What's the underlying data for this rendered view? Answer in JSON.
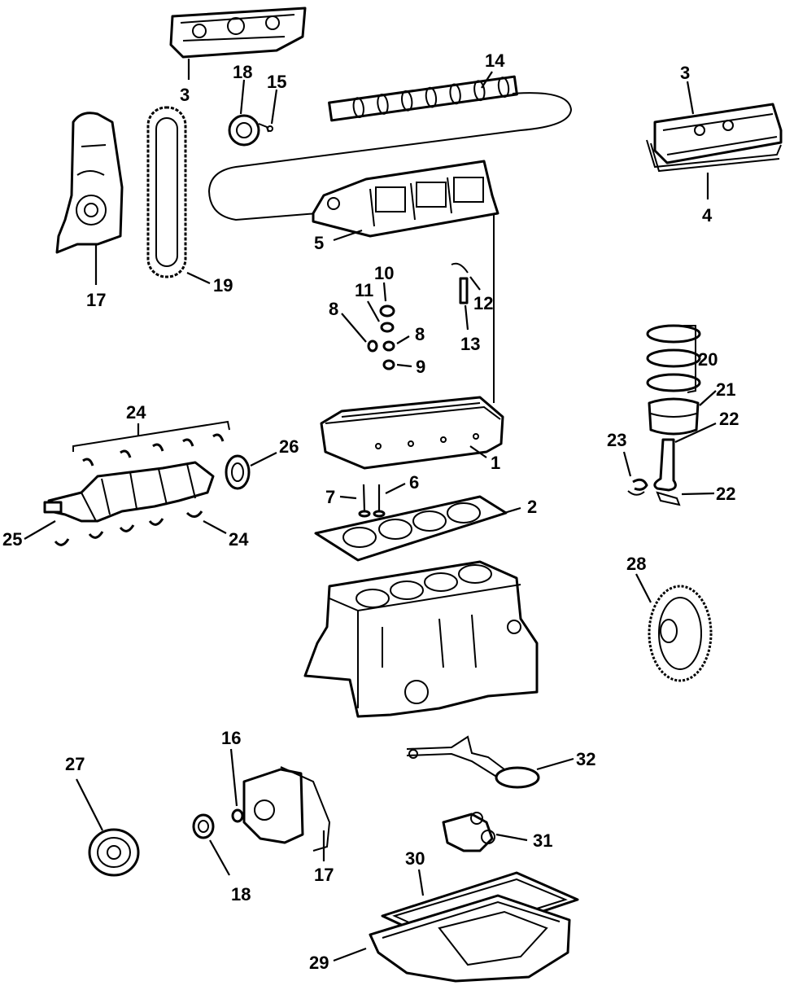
{
  "callouts": {
    "c1": "1",
    "c2": "2",
    "c3a": "3",
    "c3b": "3",
    "c4": "4",
    "c5": "5",
    "c6": "6",
    "c7": "7",
    "c8a": "8",
    "c8b": "8",
    "c9": "9",
    "c10": "10",
    "c11": "11",
    "c12": "12",
    "c13": "13",
    "c14": "14",
    "c15": "15",
    "c16": "16",
    "c17a": "17",
    "c17b": "17",
    "c18a": "18",
    "c18b": "18",
    "c19": "19",
    "c20": "20",
    "c21": "21",
    "c22a": "22",
    "c22b": "22",
    "c23": "23",
    "c24a": "24",
    "c24b": "24",
    "c25": "25",
    "c26": "26",
    "c27": "27",
    "c28": "28",
    "c29": "29",
    "c30": "30",
    "c31": "31",
    "c32": "32"
  }
}
